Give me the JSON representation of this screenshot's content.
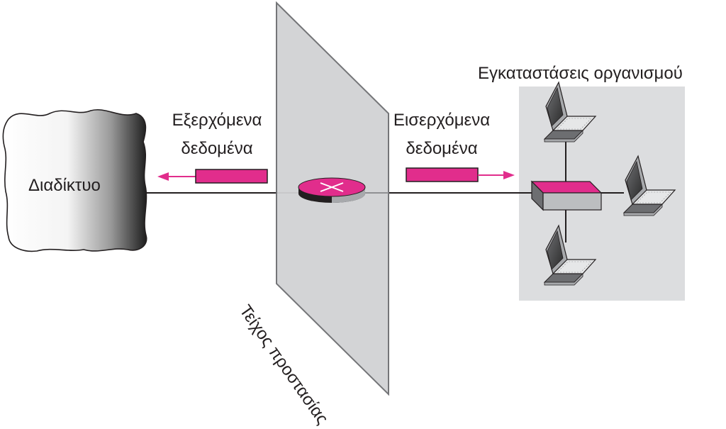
{
  "labels": {
    "internet": "Διαδίκτυο",
    "outgoing_line1": "Εξερχόμενα",
    "outgoing_line2": "δεδομένα",
    "incoming_line1": "Εισερχόμενα",
    "incoming_line2": "δεδομένα",
    "site": "Εγκαταστάσεις οργανισμού",
    "firewall": "Τείχος προστασίας"
  },
  "colors": {
    "accent": "#e12d8c",
    "firewall_fill": "#d1d2d4",
    "site_fill": "#dcdddf",
    "line": "#231f20",
    "text": "#231f20"
  },
  "icons": [
    "cloud-icon",
    "router-icon",
    "switch-icon",
    "laptop-icon"
  ]
}
